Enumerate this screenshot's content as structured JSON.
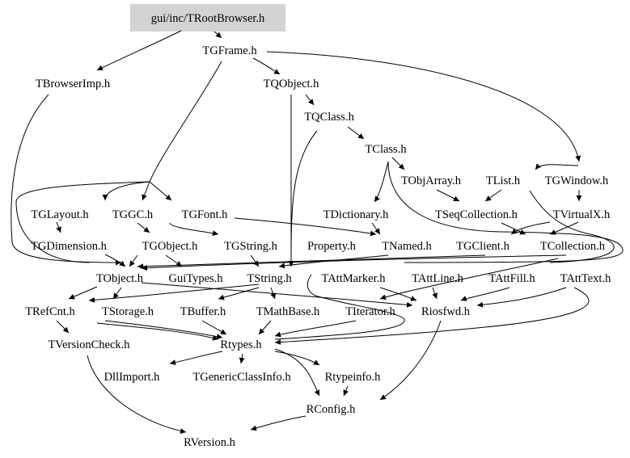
{
  "diagram": {
    "root": "gui/inc/TRootBrowser.h",
    "nodes": {
      "root": "gui/inc/TRootBrowser.h",
      "tgframe": "TGFrame.h",
      "tbrowserimp": "TBrowserImp.h",
      "tqobject": "TQObject.h",
      "tqclass": "TQClass.h",
      "tclass": "TClass.h",
      "tobjarray": "TObjArray.h",
      "tlist": "TList.h",
      "tgwindow": "TGWindow.h",
      "tglayout": "TGLayout.h",
      "tggc": "TGGC.h",
      "tgfont": "TGFont.h",
      "tdictionary": "TDictionary.h",
      "tseqcollection": "TSeqCollection.h",
      "tvirtualx": "TVirtualX.h",
      "tgdimension": "TGDimension.h",
      "tgobject": "TGObject.h",
      "tgstring": "TGString.h",
      "property": "Property.h",
      "tnamed": "TNamed.h",
      "tgclient": "TGClient.h",
      "tcollection": "TCollection.h",
      "tobject": "TObject.h",
      "guitypes": "GuiTypes.h",
      "tstring": "TString.h",
      "tattmarker": "TAttMarker.h",
      "tattline": "TAttLine.h",
      "tattfill": "TAttFill.h",
      "tatttext": "TAttText.h",
      "trefcnt": "TRefCnt.h",
      "tstorage": "TStorage.h",
      "tbuffer": "TBuffer.h",
      "tmathbase": "TMathBase.h",
      "titerator": "TIterator.h",
      "riosfwd": "Riosfwd.h",
      "tversioncheck": "TVersionCheck.h",
      "rtypes": "Rtypes.h",
      "dllimport": "DllImport.h",
      "tgenericclassinfo": "TGenericClassInfo.h",
      "rtypeinfo": "Rtypeinfo.h",
      "rconfig": "RConfig.h",
      "rversion": "RVersion.h"
    }
  }
}
